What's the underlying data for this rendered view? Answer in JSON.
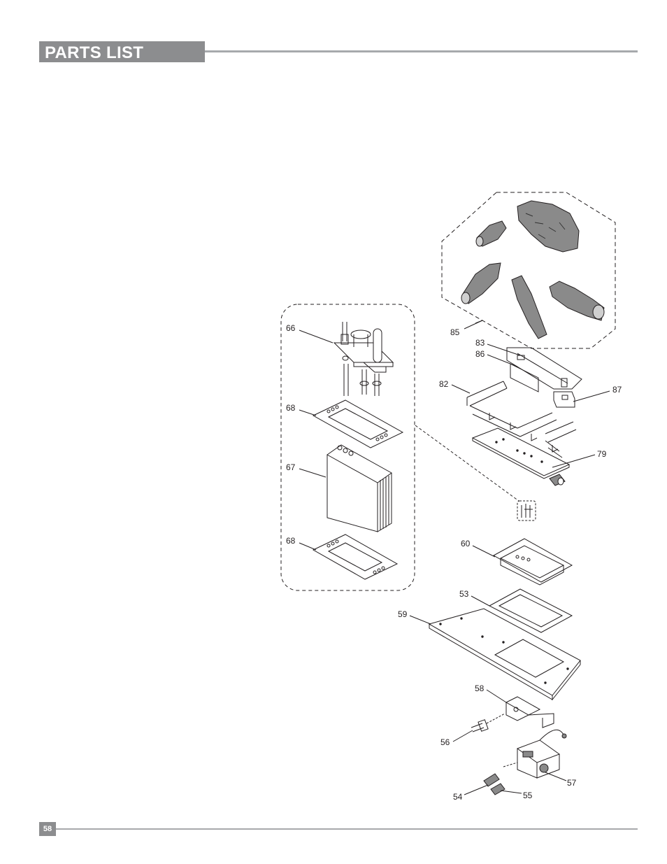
{
  "header": {
    "title": "PARTS LIST"
  },
  "footer": {
    "page_number": "58"
  },
  "callouts": {
    "c85": "85",
    "c83": "83",
    "c86": "86",
    "c87": "87",
    "c82": "82",
    "c79": "79",
    "c66": "66",
    "c68a": "68",
    "c67": "67",
    "c68b": "68",
    "c60": "60",
    "c53": "53",
    "c59": "59",
    "c58": "58",
    "c56": "56",
    "c57": "57",
    "c54": "54",
    "c55": "55"
  },
  "colors": {
    "accent_gray": "#8c8d8f",
    "rule_gray": "#a7a9ac",
    "log_fill": "#8a8a8a"
  }
}
